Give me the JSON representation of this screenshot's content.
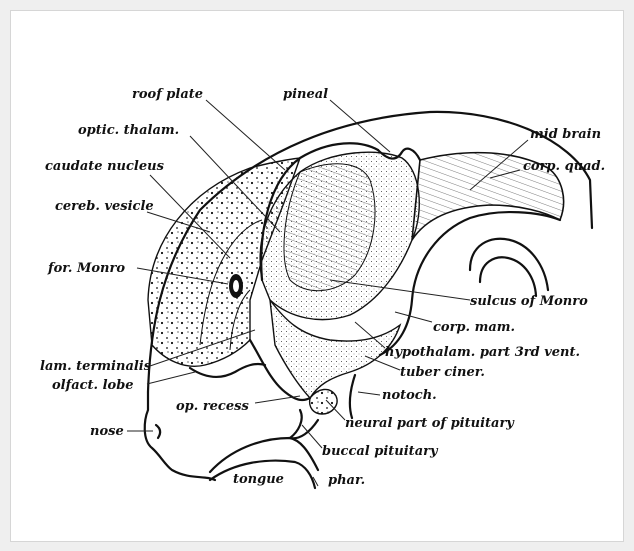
{
  "labels": {
    "roof_plate": "roof plate",
    "pineal": "pineal",
    "optic_thalam": "optic. thalam.",
    "mid_brain": "mid brain",
    "caudate_nucleus": "caudate nucleus",
    "corp_quad": "corp. quad.",
    "cereb_vesicle": "cereb. vesicle",
    "for_monro": "for. Monro",
    "sulcus_of_monro": "sulcus of Monro",
    "corp_mam": "corp. mam.",
    "hypothalam": "hypothalam. part 3rd vent.",
    "lam_terminalis": "lam. terminalis",
    "tuber_ciner": "tuber ciner.",
    "olfact_lobe": "olfact. lobe",
    "notoch": "notoch.",
    "op_recess": "op. recess",
    "neural_pituitary": "neural part of pituitary",
    "nose": "nose",
    "buccal_pituitary": "buccal pituitary",
    "tongue": "tongue",
    "phar": "phar."
  }
}
